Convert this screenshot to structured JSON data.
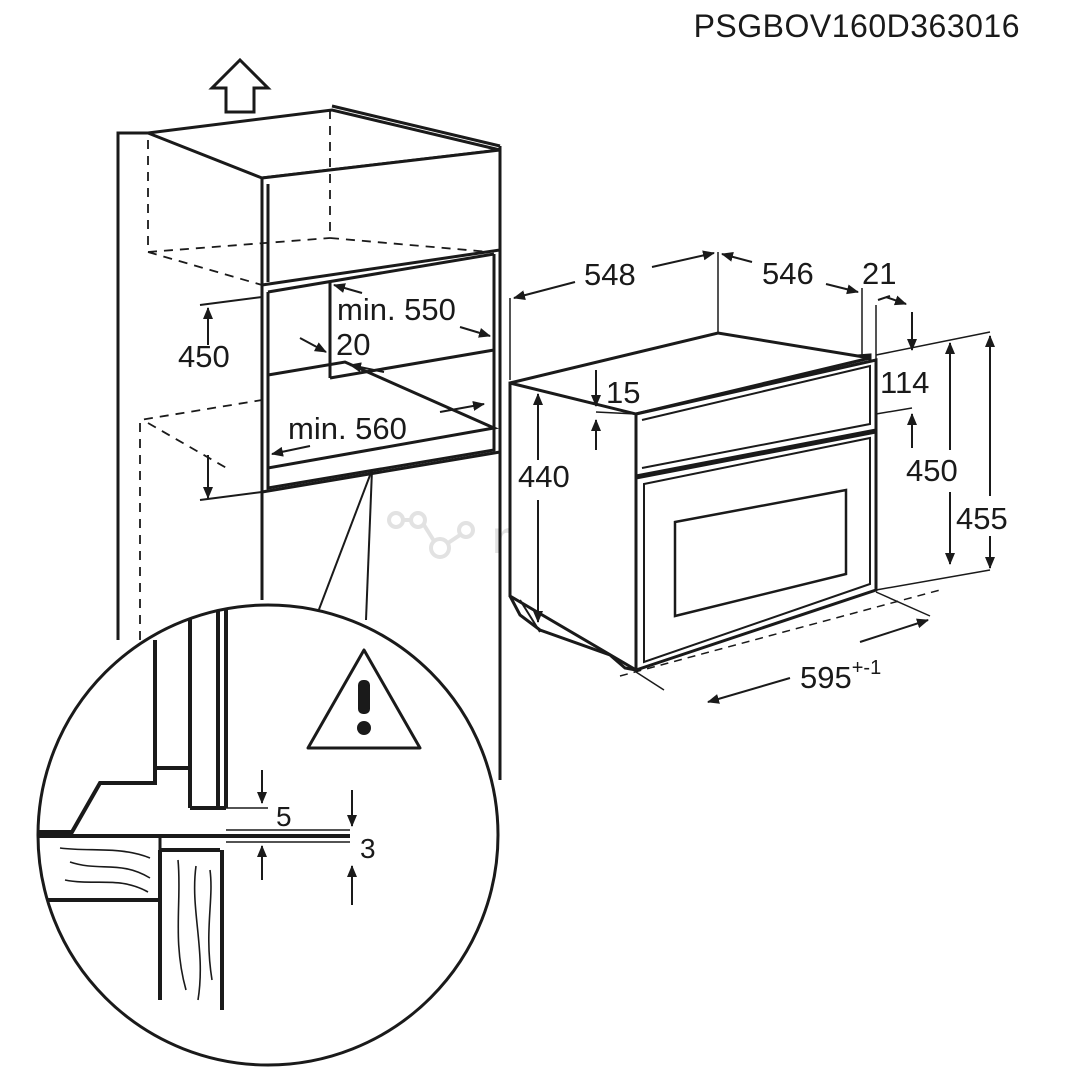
{
  "document_id": "PSGBOV160D363016",
  "watermark": "novastar",
  "cabinet_dims": {
    "height": "450",
    "min_depth": "min. 550",
    "gap": "20",
    "min_width": "min. 560"
  },
  "oven_dims": {
    "depth_body": "548",
    "depth_top": "546",
    "front_thickness": "21",
    "top_offset": "15",
    "body_height": "440",
    "panel_height": "114",
    "door_height": "450",
    "total_height": "455",
    "width": "595",
    "width_tolerance": "+-1"
  },
  "detail_dims": {
    "gap_top": "5",
    "gap_bottom": "3"
  },
  "icons": [
    "up-arrow-icon",
    "warning-icon",
    "watermark-logo-icon"
  ]
}
